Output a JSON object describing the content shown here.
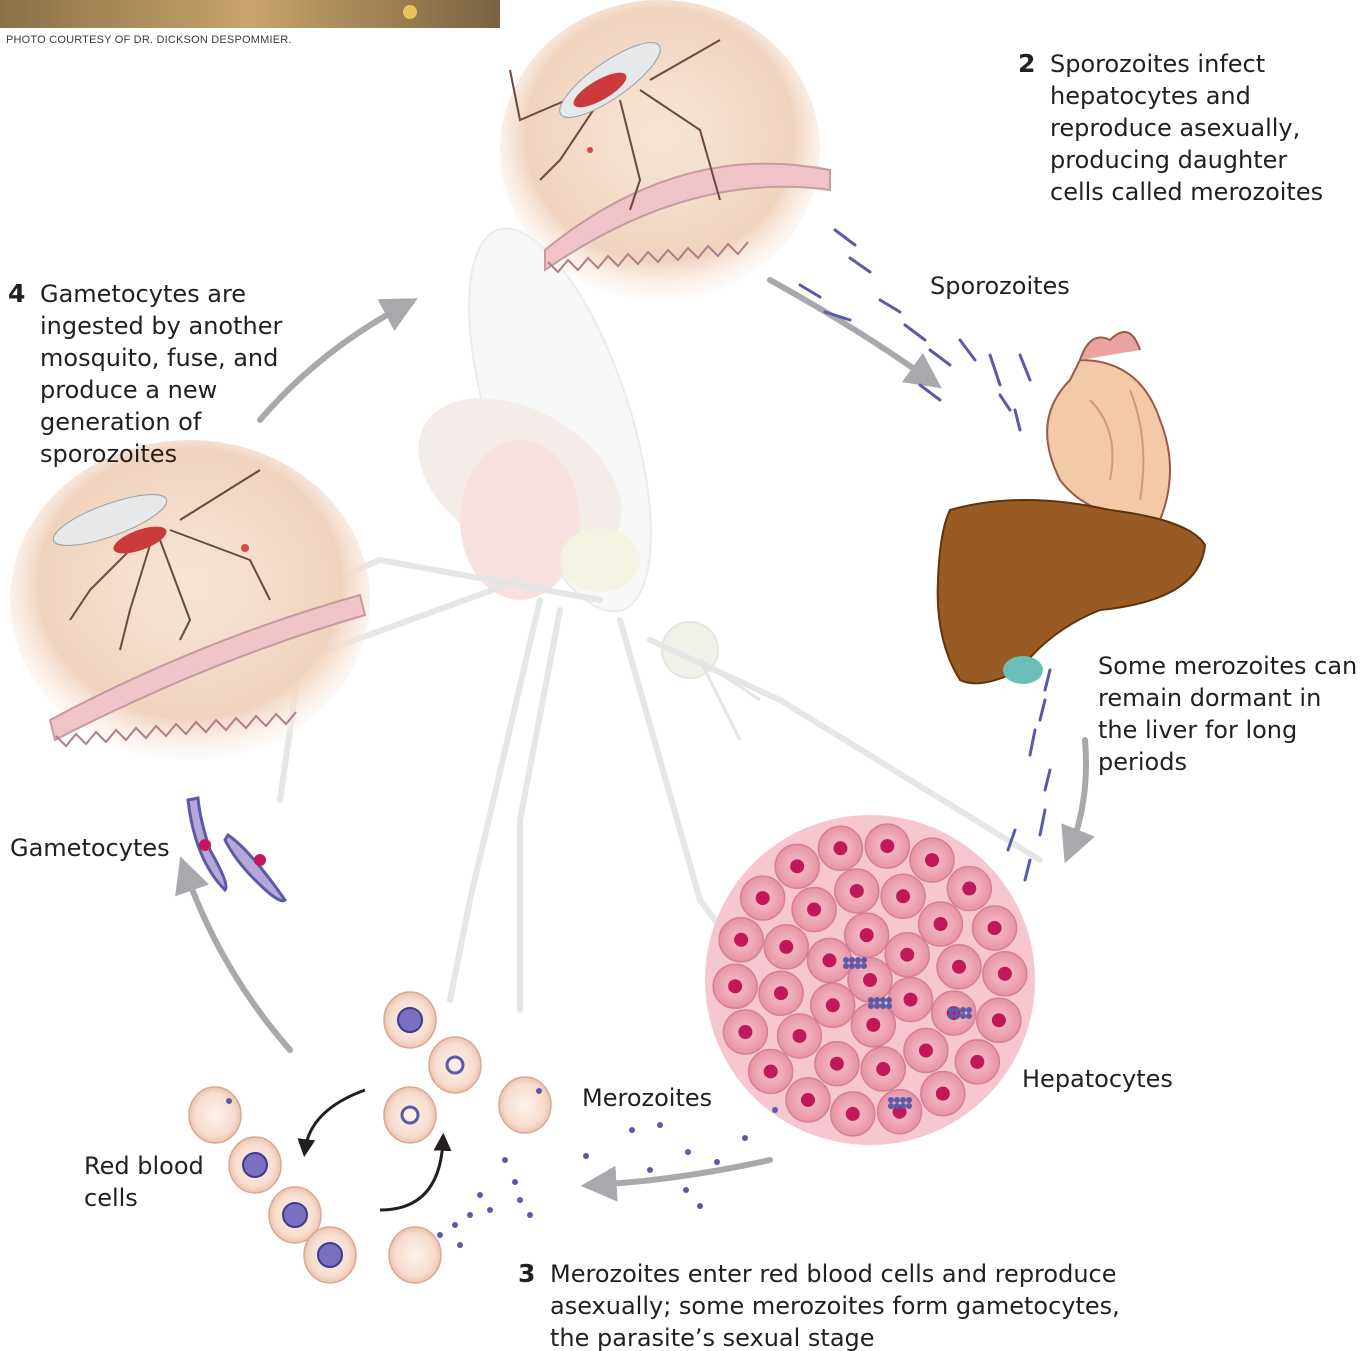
{
  "credit": "PHOTO COURTESY OF DR. DICKSON DESPOMMIER.",
  "steps": [
    {
      "number": "2",
      "text": "Sporozoites infect hepatocytes and reproduce asexually, producing daughter cells called merozoites"
    },
    {
      "number": "3",
      "text": "Merozoites enter red blood cells and reproduce asexually; some merozoites form gametocytes, the parasite’s sexual stage"
    },
    {
      "number": "4",
      "text": "Gametocytes are ingested by another mosquito, fuse, and produce a new generation of sporozoites"
    }
  ],
  "labels": {
    "sporozoites": "Sporozoites",
    "dormant": "Some merozoites can remain dormant in the liver for long periods",
    "hepatocytes": "Hepatocytes",
    "merozoites": "Merozoites",
    "red_blood_cells": "Red blood cells",
    "gametocytes": "Gametocytes"
  },
  "colors": {
    "arrow": "#a7a9ac",
    "skin": "#f3d9c4",
    "liver": "#9a5a24",
    "hepatocyte": "#f0a7b5",
    "nucleus": "#c2185b",
    "parasite": "#5b5aa8"
  }
}
